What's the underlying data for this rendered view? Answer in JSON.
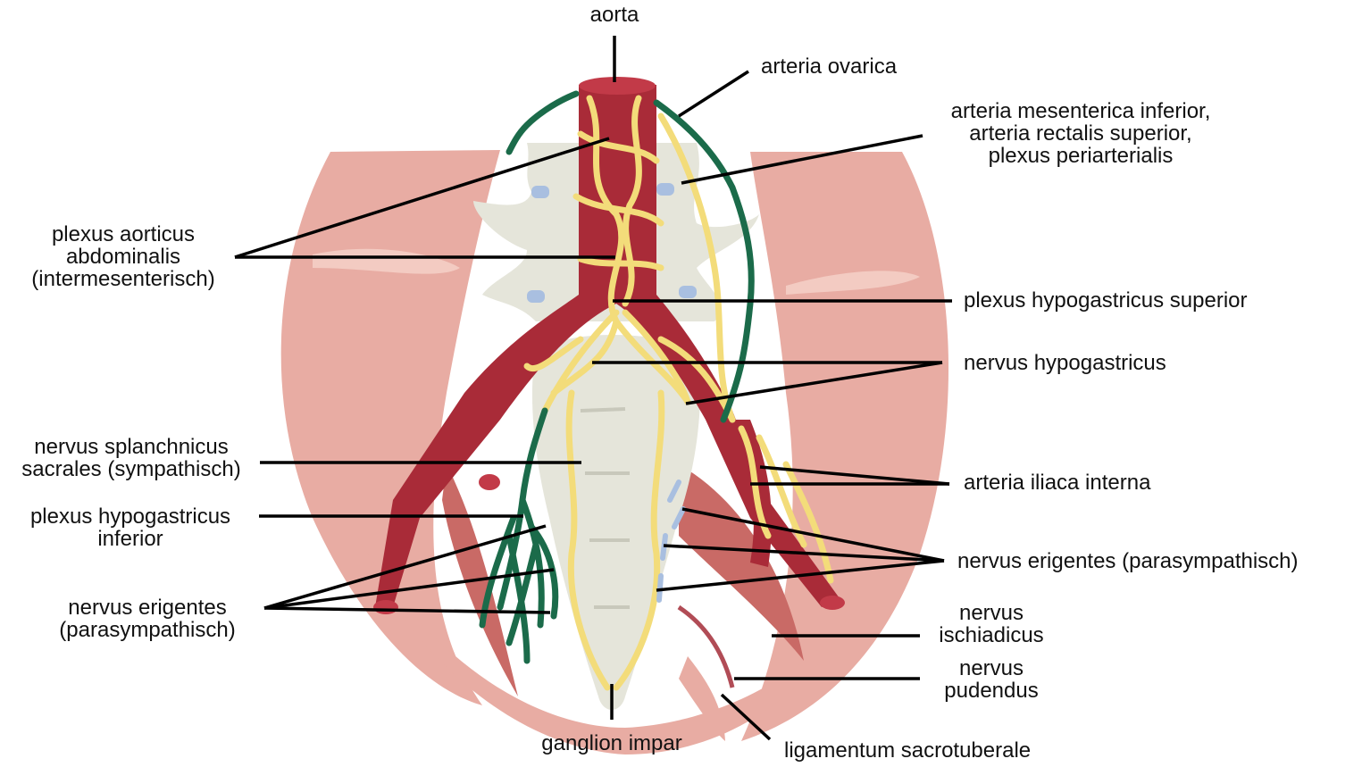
{
  "labels": {
    "aorta": "aorta",
    "arteria_ovarica": "arteria ovarica",
    "arteria_mesenterica": [
      "arteria mesenterica inferior,",
      "arteria rectalis superior,",
      "plexus periarterialis"
    ],
    "plexus_aorticus": [
      "plexus aorticus",
      "abdominalis",
      "(intermesenterisch)"
    ],
    "plexus_hypogastricus_superior": "plexus hypogastricus superior",
    "nervus_hypogastricus": "nervus hypogastricus",
    "nervus_splanchnicus": [
      "nervus splanchnicus",
      "sacrales (sympathisch)"
    ],
    "arteria_iliaca_interna": "arteria iliaca interna",
    "plexus_hypogastricus_inferior": [
      "plexus hypogastricus",
      "inferior"
    ],
    "nervus_erigentes_right": "nervus erigentes (parasympathisch)",
    "nervus_erigentes_left": [
      "nervus erigentes",
      "(parasympathisch)"
    ],
    "nervus_ischiadicus": [
      "nervus",
      "ischiadicus"
    ],
    "nervus_pudendus": [
      "nervus",
      "pudendus"
    ],
    "ganglion_impar": "ganglion impar",
    "ligamentum_sacrotuberale": "ligamentum sacrotuberale"
  },
  "colors": {
    "muscle": "#e8aca3",
    "muscle_dark": "#c96a66",
    "bone": "#e5e5da",
    "artery": "#a92b38",
    "nerve_yellow": "#f3dc7a",
    "nerve_green": "#1b6b4a",
    "disc_blue": "#a9bfe0",
    "leader": "#000000"
  }
}
